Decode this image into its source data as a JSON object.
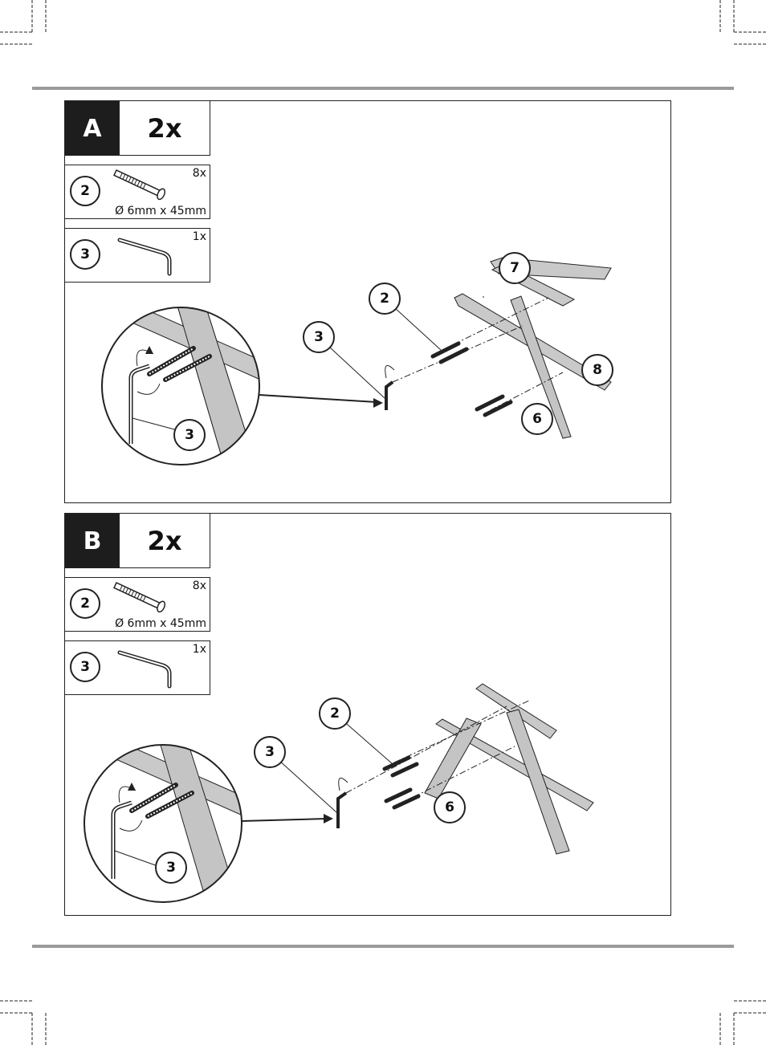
{
  "steps": [
    {
      "letter": "A",
      "multiplier": "2x",
      "parts": [
        {
          "number": "2",
          "quantity": "8x",
          "dimension": "Ø 6mm x 45mm"
        },
        {
          "number": "3",
          "quantity": "1x"
        }
      ],
      "callouts": {
        "screw": "2",
        "key": "3",
        "detail_key": "3",
        "part7": "7",
        "part8": "8",
        "part6": "6"
      }
    },
    {
      "letter": "B",
      "multiplier": "2x",
      "parts": [
        {
          "number": "2",
          "quantity": "8x",
          "dimension": "Ø 6mm x 45mm"
        },
        {
          "number": "3",
          "quantity": "1x"
        }
      ],
      "callouts": {
        "screw": "2",
        "key": "3",
        "detail_key": "3",
        "part6": "6"
      }
    }
  ],
  "colors": {
    "rule": "#9a9a9a",
    "wood": "#c9c9c9",
    "ink": "#1d1d1d"
  }
}
